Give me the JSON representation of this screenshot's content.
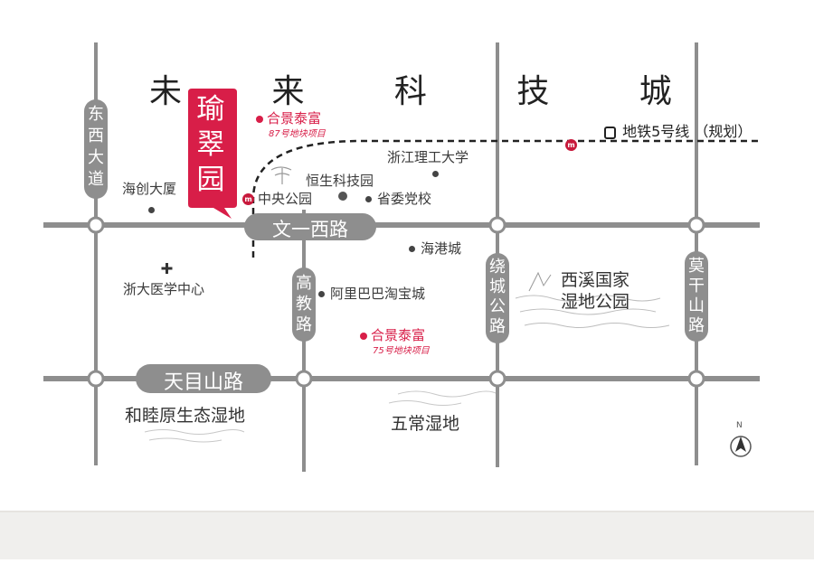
{
  "title": "未  来  科  技  城",
  "project": {
    "name": "瑜翠园",
    "color": "#d81e48"
  },
  "roads": {
    "wenyi": "文一西路",
    "tianmu": "天目山路",
    "dongxi": "东西大道",
    "gaojiao": "高教路",
    "raocheng": "绕城公路",
    "moganshan": "莫干山路"
  },
  "metro": {
    "line5": "地铁5号线",
    "planned": "（规划）",
    "icon_text": "m"
  },
  "pois": {
    "hejing87": {
      "name": "合景泰富",
      "sub": "87号地块项目"
    },
    "hejing75": {
      "name": "合景泰富",
      "sub": "75号地块项目"
    },
    "zjut": "浙江理工大学",
    "hengsheng": "恒生科技园",
    "central_park": "中央公园",
    "party_school": "省委党校",
    "haichuang": "海创大厦",
    "haigang": "海港城",
    "zjdx_med": "浙大医学中心",
    "alibaba": "阿里巴巴淘宝城",
    "xixi_1": "西溪国家",
    "xixi_2": "湿地公园",
    "hemuyuan": "和睦原生态湿地",
    "wuchang": "五常湿地"
  },
  "compass": {
    "north": "N"
  },
  "colors": {
    "road": "#8e8e8e",
    "accent": "#d81e48",
    "metro": "#222222"
  }
}
